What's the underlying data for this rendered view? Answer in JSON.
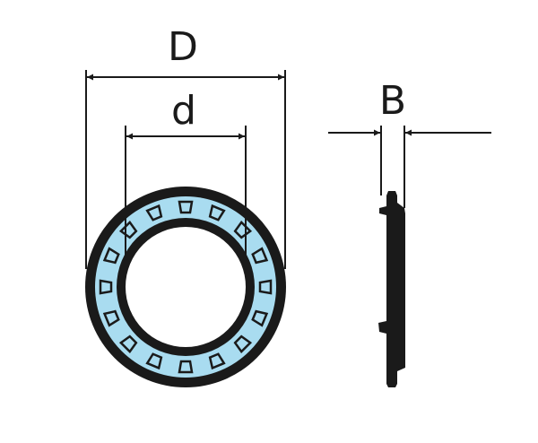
{
  "labels": {
    "outer_diameter": "D",
    "inner_diameter": "d",
    "width": "B"
  },
  "colors": {
    "ink": "#1a1a1a",
    "fill": "#a9dcf0",
    "background": "#ffffff"
  },
  "ring": {
    "cage_pocket_count": 16
  }
}
